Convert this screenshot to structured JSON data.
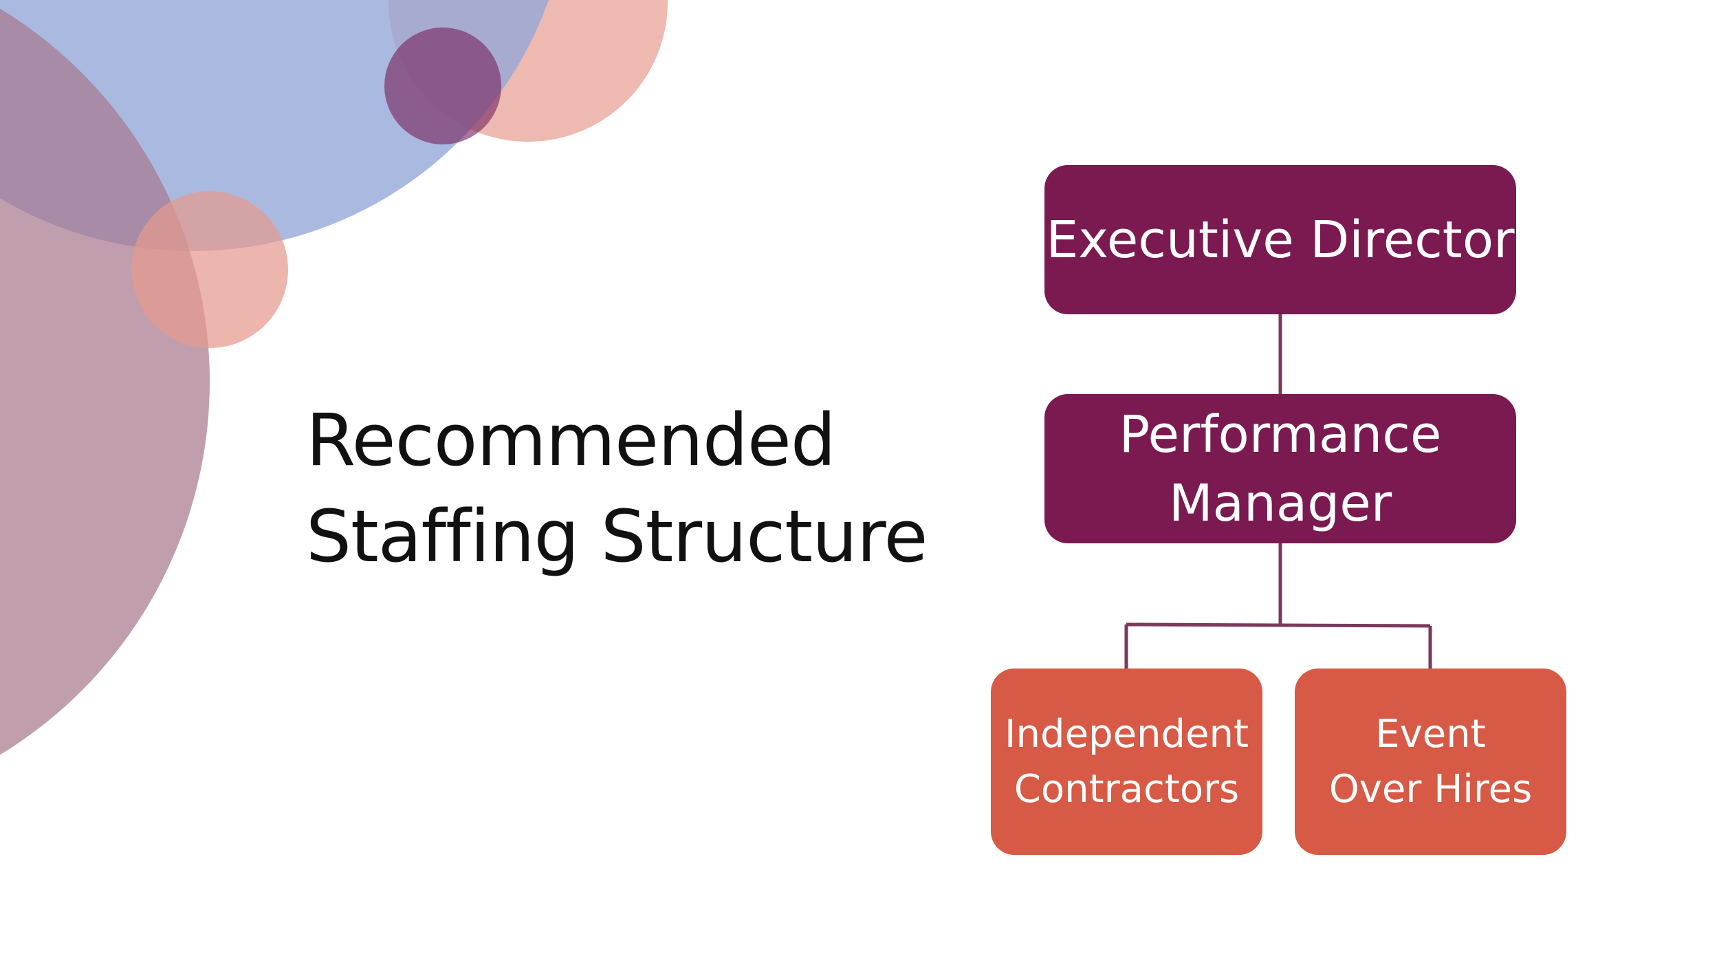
{
  "slide": {
    "title_lines": [
      "Recommended",
      "Staffing Structure"
    ]
  },
  "org_chart": {
    "nodes": [
      {
        "id": "executive-director",
        "lines": [
          "Executive Director"
        ],
        "parent": null,
        "color": "#7a1a50"
      },
      {
        "id": "performance-manager",
        "lines": [
          "Performance",
          "Manager"
        ],
        "parent": "executive-director",
        "color": "#7a1a50"
      },
      {
        "id": "independent-contractors",
        "lines": [
          "Independent",
          "Contractors"
        ],
        "parent": "performance-manager",
        "color": "#d65a45"
      },
      {
        "id": "event-over-hires",
        "lines": [
          "Event",
          "Over Hires"
        ],
        "parent": "performance-manager",
        "color": "#d65a45"
      }
    ],
    "connector_color": "#7a3a5c"
  },
  "colors": {
    "accent_purple": "#7a1a50",
    "accent_orange": "#d65a45",
    "decor_blue": "#aab8e0",
    "decor_mauve": "#bf9aaa",
    "decor_peach": "#ebb5ad",
    "decor_plum": "#9a4d79"
  }
}
